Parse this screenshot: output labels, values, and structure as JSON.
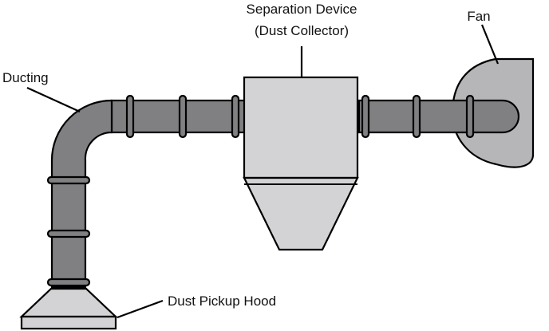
{
  "colors": {
    "duct": "#808083",
    "duct_outline": "#000000",
    "body_fill": "#d3d3d5",
    "fan_fill": "#b6b6b9",
    "background": "#ffffff"
  },
  "labels": {
    "separator_line1": "Separation Device",
    "separator_line2": "(Dust Collector)",
    "fan": "Fan",
    "ducting": "Ducting",
    "hood": "Dust Pickup Hood"
  },
  "components": [
    {
      "id": "dust-pickup-hood",
      "icon": "hood-shape"
    },
    {
      "id": "ducting",
      "icon": "pipe-shape"
    },
    {
      "id": "separation-device",
      "icon": "cyclone-collector-shape"
    },
    {
      "id": "fan",
      "icon": "centrifugal-fan-shape"
    }
  ]
}
